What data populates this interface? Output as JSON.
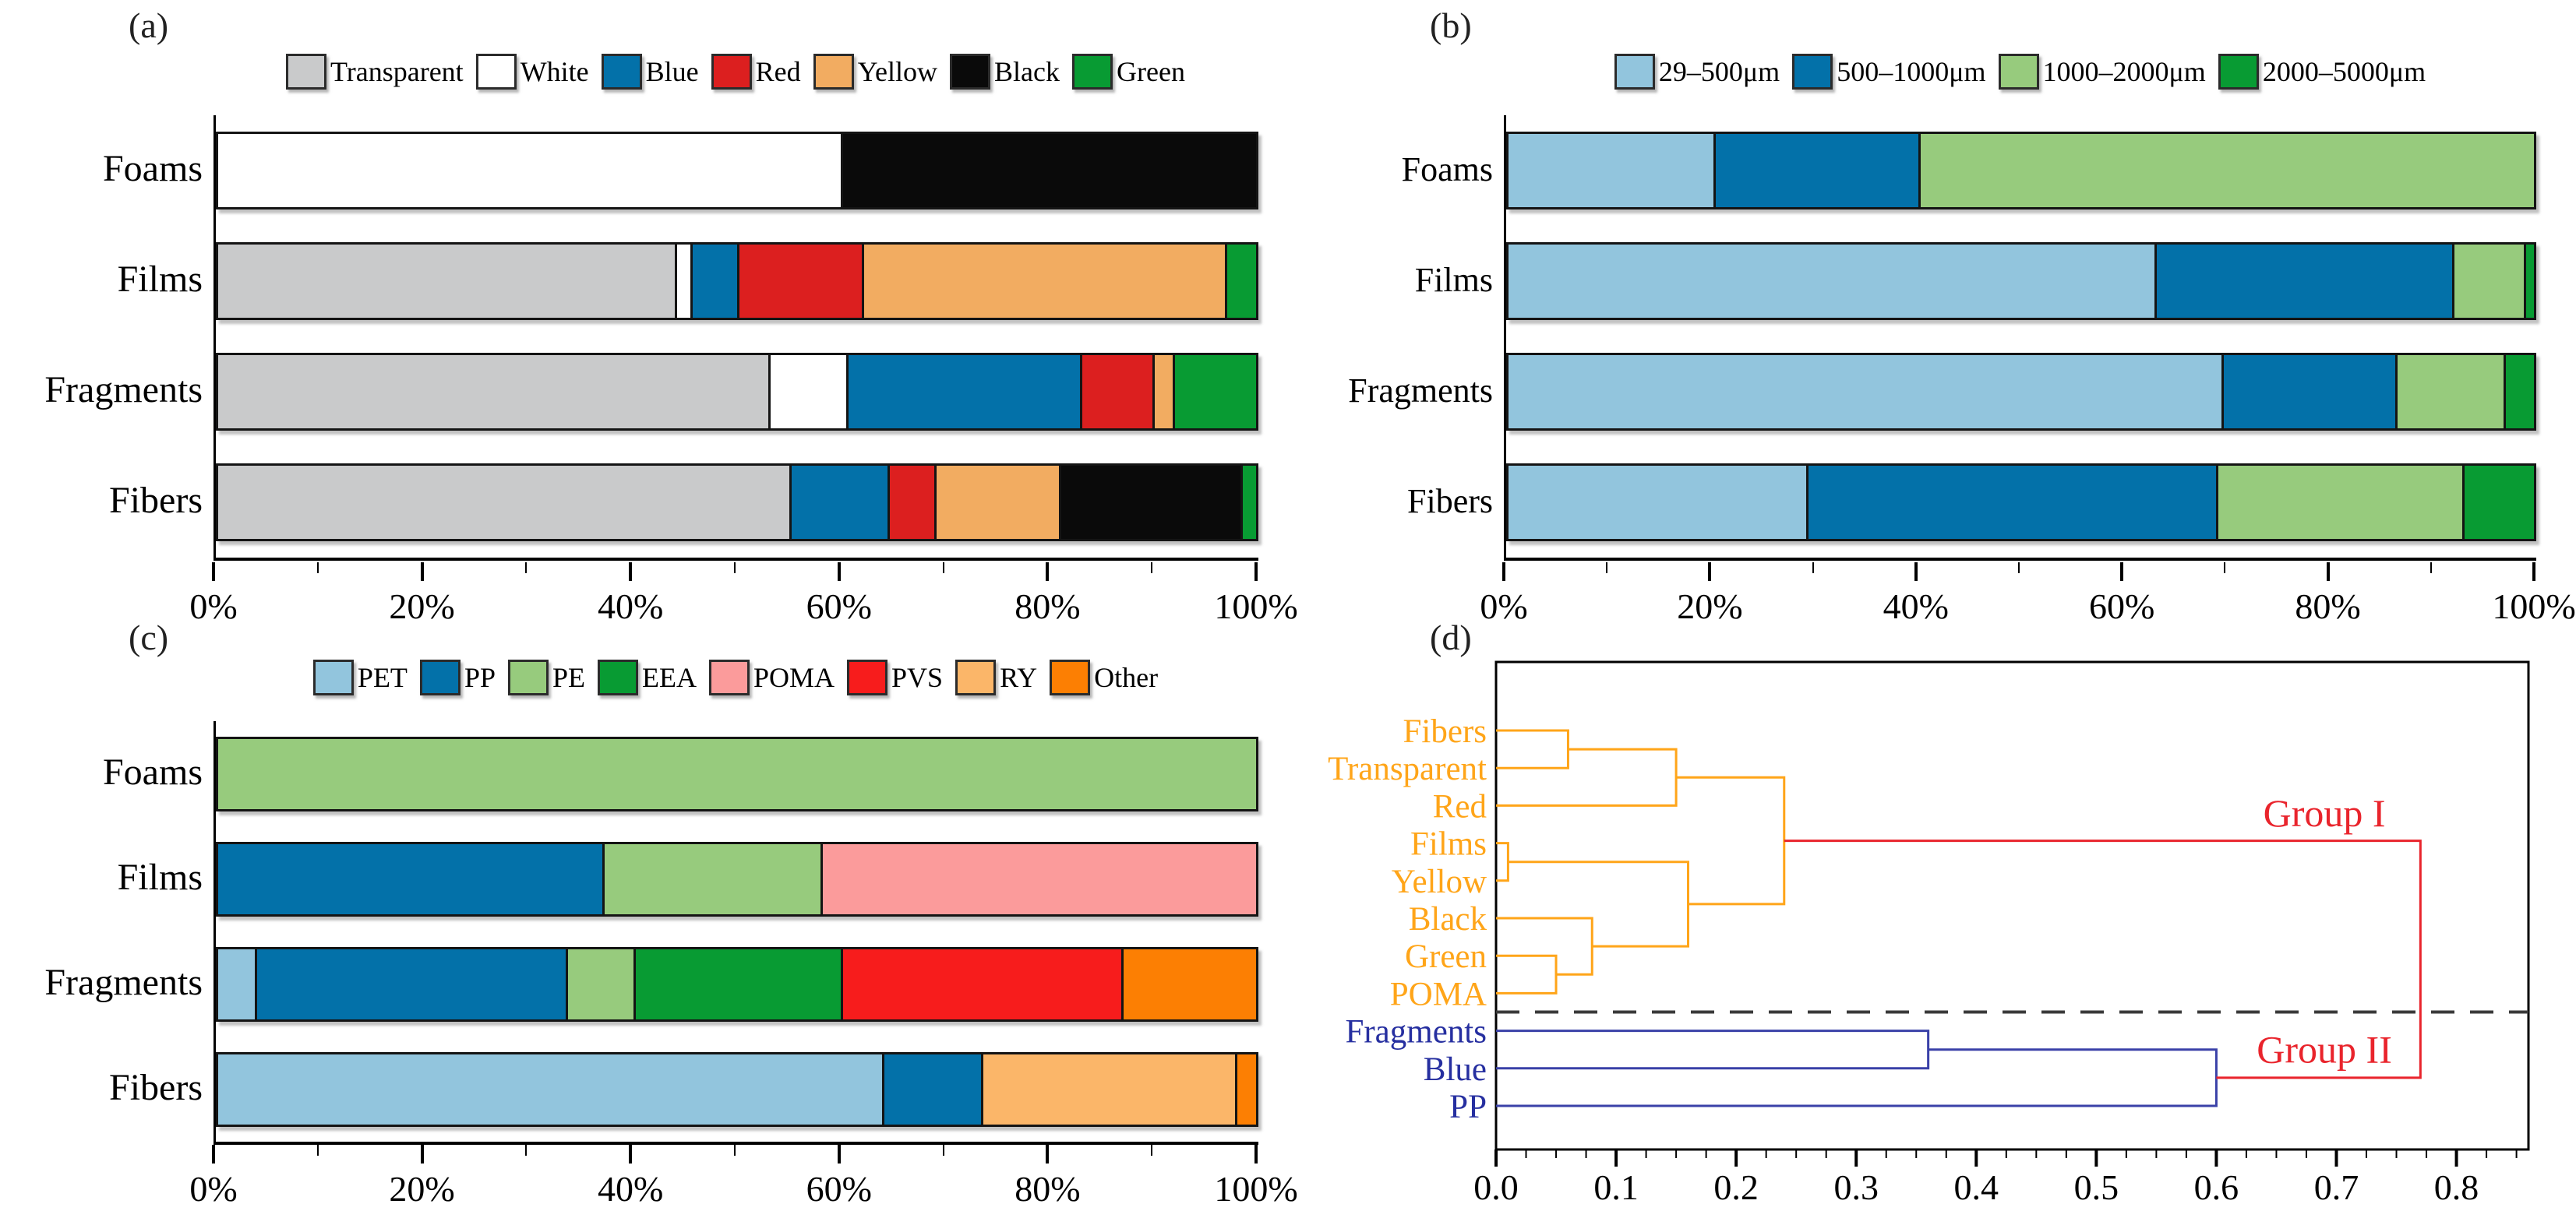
{
  "chart_data": [
    {
      "id": "a",
      "tag": "(a)",
      "type": "bar",
      "orientation": "horizontal",
      "stacked": true,
      "unit": "%",
      "categories": [
        "Foams",
        "Films",
        "Fragments",
        "Fibers"
      ],
      "series": [
        {
          "name": "Transparent",
          "color": "#C9CACB",
          "values": [
            0,
            44,
            53,
            55
          ]
        },
        {
          "name": "White",
          "color": "#FFFFFF",
          "values": [
            60,
            1.5,
            7.5,
            0
          ]
        },
        {
          "name": "Blue",
          "color": "#0371A9",
          "values": [
            0,
            4.5,
            22.5,
            9.5
          ]
        },
        {
          "name": "Red",
          "color": "#DC1F1F",
          "values": [
            0,
            12,
            7,
            4.5
          ]
        },
        {
          "name": "Yellow",
          "color": "#F2AC61",
          "values": [
            0,
            35,
            2,
            12
          ]
        },
        {
          "name": "Black",
          "color": "#0A0A0A",
          "values": [
            40,
            0,
            0,
            17.5
          ]
        },
        {
          "name": "Green",
          "color": "#089B33",
          "values": [
            0,
            3,
            8,
            1.5
          ]
        }
      ],
      "xlim": [
        0,
        100
      ],
      "x_tick_labels": [
        "0%",
        "20%",
        "40%",
        "60%",
        "80%",
        "100%"
      ],
      "x_major_step": 20,
      "x_minor_step": 10,
      "legend_position": "top"
    },
    {
      "id": "b",
      "tag": "(b)",
      "type": "bar",
      "orientation": "horizontal",
      "stacked": true,
      "unit": "%",
      "categories": [
        "Foams",
        "Films",
        "Fragments",
        "Fibers"
      ],
      "series": [
        {
          "name": "29–500μm",
          "color": "#92C5DD",
          "values": [
            20,
            63,
            69.5,
            29
          ]
        },
        {
          "name": "500–1000μm",
          "color": "#0371A9",
          "values": [
            20,
            29,
            17,
            40
          ]
        },
        {
          "name": "1000–2000μm",
          "color": "#97CB7D",
          "values": [
            60,
            7,
            10.5,
            24
          ]
        },
        {
          "name": "2000–5000μm",
          "color": "#089B33",
          "values": [
            0,
            1,
            3,
            7
          ]
        }
      ],
      "xlim": [
        0,
        100
      ],
      "x_tick_labels": [
        "0%",
        "20%",
        "40%",
        "60%",
        "80%",
        "100%"
      ],
      "x_major_step": 20,
      "x_minor_step": 10,
      "legend_position": "top"
    },
    {
      "id": "c",
      "tag": "(c)",
      "type": "bar",
      "orientation": "horizontal",
      "stacked": true,
      "unit": "%",
      "categories": [
        "Foams",
        "Films",
        "Fragments",
        "Fibers"
      ],
      "series": [
        {
          "name": "PET",
          "color": "#92C5DD",
          "values": [
            0,
            0,
            3.5,
            64
          ]
        },
        {
          "name": "PP",
          "color": "#0371A9",
          "values": [
            0,
            37,
            30,
            9.5
          ]
        },
        {
          "name": "PE",
          "color": "#97CB7D",
          "values": [
            100,
            21,
            6.5,
            0
          ]
        },
        {
          "name": "EEA",
          "color": "#089B33",
          "values": [
            0,
            0,
            20,
            0
          ]
        },
        {
          "name": "POMA",
          "color": "#FB9B9B",
          "values": [
            0,
            42,
            0,
            0
          ]
        },
        {
          "name": "PVS",
          "color": "#F71C1C",
          "values": [
            0,
            0,
            27,
            0
          ]
        },
        {
          "name": "RY",
          "color": "#FBB669",
          "values": [
            0,
            0,
            0,
            24.5
          ]
        },
        {
          "name": "Other",
          "color": "#FC7F03",
          "values": [
            0,
            0,
            13,
            2
          ]
        }
      ],
      "xlim": [
        0,
        100
      ],
      "x_tick_labels": [
        "0%",
        "20%",
        "40%",
        "60%",
        "80%",
        "100%"
      ],
      "x_major_step": 20,
      "x_minor_step": 10,
      "legend_position": "top"
    },
    {
      "id": "d",
      "tag": "(d)",
      "type": "dendrogram",
      "orientation": "horizontal",
      "xlim": [
        0,
        0.86
      ],
      "x_tick_values": [
        0.0,
        0.1,
        0.2,
        0.3,
        0.4,
        0.5,
        0.6,
        0.7,
        0.8
      ],
      "x_tick_labels": [
        "0.0",
        "0.1",
        "0.2",
        "0.3",
        "0.4",
        "0.5",
        "0.6",
        "0.7",
        "0.8"
      ],
      "x_minor_step": 0.025,
      "leaves": [
        {
          "label": "Fibers",
          "group": "orange"
        },
        {
          "label": "Transparent",
          "group": "orange"
        },
        {
          "label": "Red",
          "group": "orange"
        },
        {
          "label": "Films",
          "group": "orange"
        },
        {
          "label": "Yellow",
          "group": "orange"
        },
        {
          "label": "Black",
          "group": "orange"
        },
        {
          "label": "Green",
          "group": "orange"
        },
        {
          "label": "POMA",
          "group": "orange"
        },
        {
          "label": "Fragments",
          "group": "blue"
        },
        {
          "label": "Blue",
          "group": "blue"
        },
        {
          "label": "PP",
          "group": "blue"
        }
      ],
      "merges": [
        {
          "id": "m1",
          "a": "Fibers",
          "b": "Transparent",
          "h": 0.06,
          "color": "orange"
        },
        {
          "id": "m2",
          "a": "m1",
          "b": "Red",
          "h": 0.15,
          "color": "orange"
        },
        {
          "id": "m3",
          "a": "Films",
          "b": "Yellow",
          "h": 0.01,
          "color": "orange"
        },
        {
          "id": "m4",
          "a": "Green",
          "b": "POMA",
          "h": 0.05,
          "color": "orange"
        },
        {
          "id": "m5",
          "a": "Black",
          "b": "m4",
          "h": 0.08,
          "color": "orange"
        },
        {
          "id": "m6",
          "a": "m3",
          "b": "m5",
          "h": 0.16,
          "color": "orange"
        },
        {
          "id": "m7",
          "a": "m2",
          "b": "m6",
          "h": 0.24,
          "color": "orange"
        },
        {
          "id": "m8",
          "a": "Fragments",
          "b": "Blue",
          "h": 0.36,
          "color": "blue"
        },
        {
          "id": "m9",
          "a": "m8",
          "b": "PP",
          "h": 0.6,
          "color": "blue"
        },
        {
          "id": "m10",
          "a": "m7",
          "b": "m9",
          "h": 0.77,
          "color": "red"
        }
      ],
      "separator_between": [
        "POMA",
        "Fragments"
      ],
      "annotations": [
        {
          "text": "Group I",
          "x": 0.69,
          "leaf_y": 2.55,
          "color": "#E9242C"
        },
        {
          "text": "Group II",
          "x": 0.69,
          "leaf_y": 8.85,
          "color": "#E9242C"
        }
      ],
      "colors": {
        "orange": "#FFA519",
        "blue": "#3A41A8",
        "red": "#E9242C",
        "leaf_label_orange": "#FFA519",
        "leaf_label_blue": "#262FA0",
        "separator": "#3a3a3a"
      }
    }
  ]
}
